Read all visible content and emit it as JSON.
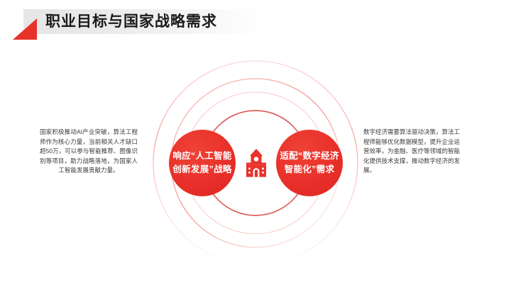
{
  "header": {
    "title": "职业目标与国家战略需求",
    "accent_icon": "triangle-accent",
    "accent_color": "#e8322a",
    "band_color": "#e7e7e9"
  },
  "diagram": {
    "center_icon": "government-building-icon",
    "accent_color": "#e8322a",
    "ring_color": "#e8322a",
    "bubbles": [
      {
        "id": "national-strategy",
        "label": "响应“人工智能创新发展”战略"
      },
      {
        "id": "digital-economy",
        "label": "适配“数字经济智能化”需求"
      }
    ]
  },
  "notes": {
    "left": "国家积极推动AI产业突破，算法工程师作为核心力量，当前相关人才缺口超50万，可以参与智能推荐、图像识别等项目，助力战略落地，为国家人工智能发展贡献力量。",
    "right": "数字经济需要算法驱动决策，算法工程师能够优化数据模型，提升企业运营效率，为金融、医疗等领域的智能化提供技术支撑，推动数字经济的发展。"
  }
}
